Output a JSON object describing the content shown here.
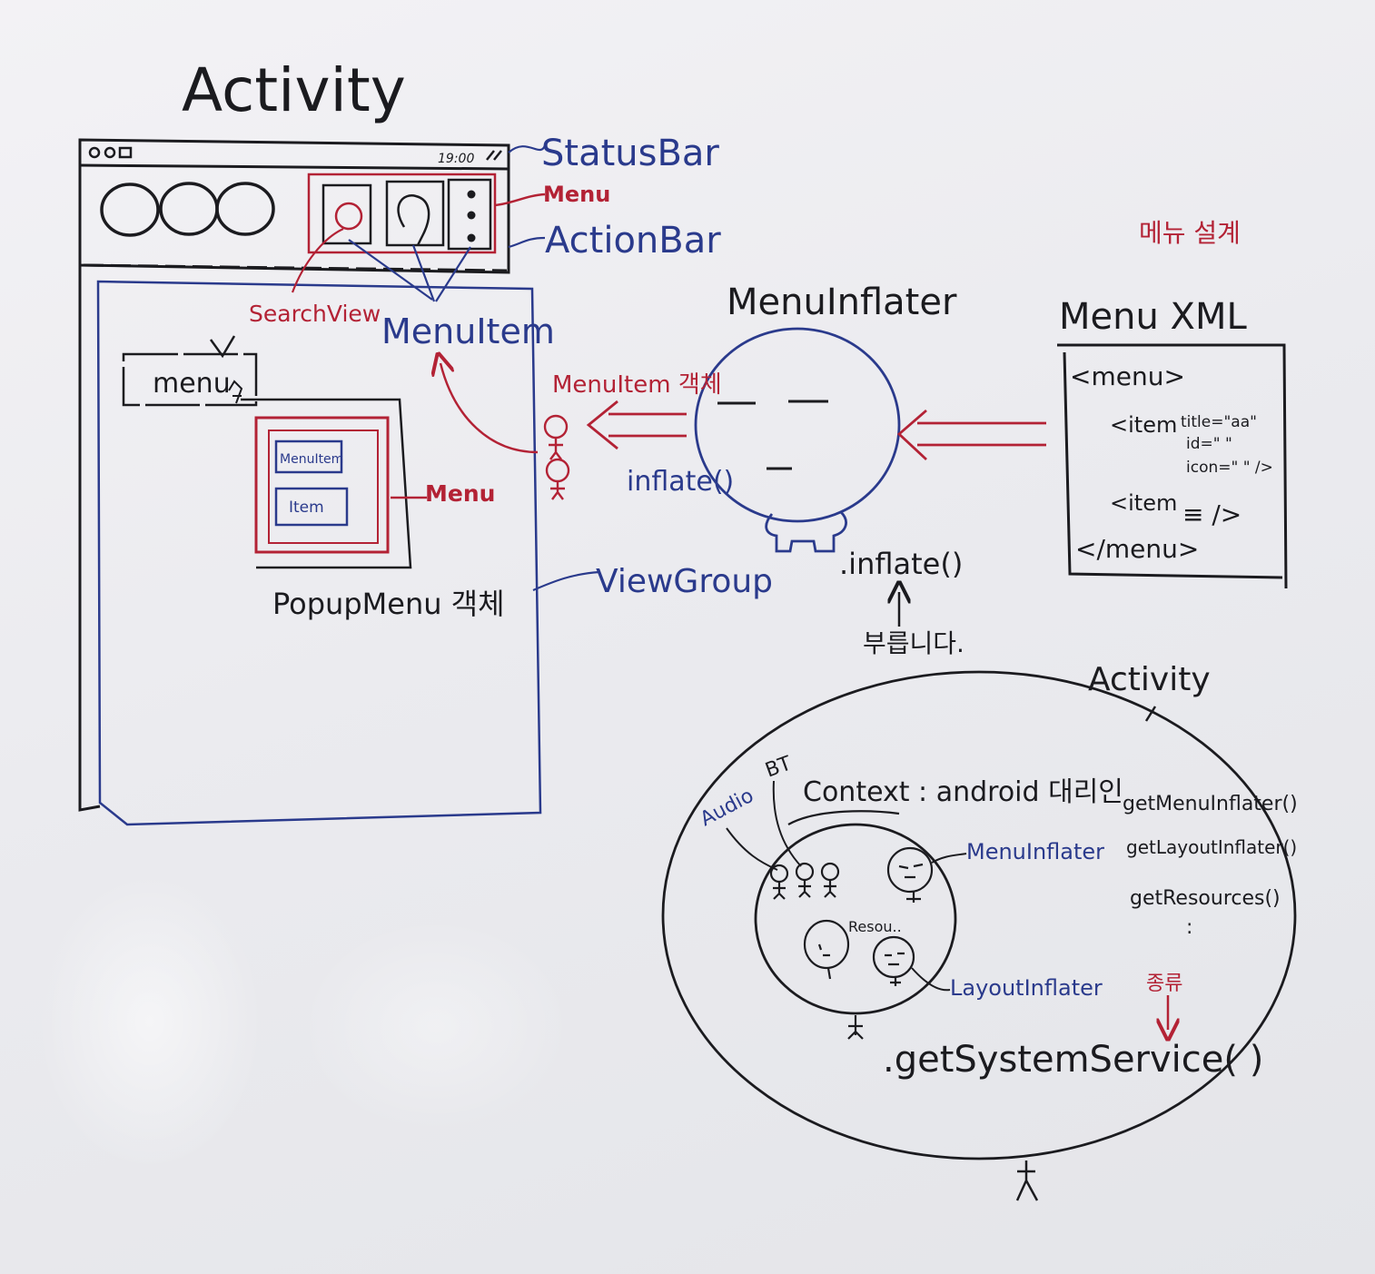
{
  "colors": {
    "black": "#1b1b1f",
    "blue": "#2a3a8c",
    "red": "#b32235",
    "board": "#eeeef1"
  },
  "title": "Activity",
  "phone": {
    "status_time": "19:00",
    "labels": {
      "status_bar": "StatusBar",
      "menu_red": "Menu",
      "action_bar": "ActionBar",
      "search_view": "SearchView",
      "menu_item": "MenuItem",
      "view_group": "ViewGroup"
    },
    "popup": {
      "anchor_label": "menu",
      "item1": "MenuItem",
      "item2": "Item",
      "menu_label": "Menu",
      "caption": "PopupMenu 객체"
    }
  },
  "inflater": {
    "title": "MenuInflater",
    "created_label": "MenuItem 객체",
    "inflate_label": "inflate()",
    "method_label": ".inflate()",
    "call_label": "부릅니다."
  },
  "menu_design": "메뉴 설계",
  "xml": {
    "title": "Menu XML",
    "line1": "<menu>",
    "line2": "<item",
    "attr_title": "title=\"aa\"",
    "attr_id": "id=\"  \"",
    "attr_icon": "icon=\"  \" />",
    "line3": "<item",
    "line3_end": "≡ />",
    "line4": "</menu>"
  },
  "activity": {
    "title": "Activity",
    "context_label": "Context : android 대리인",
    "audio": "Audio",
    "bt": "BT",
    "resource_short": "Resou..",
    "menu_inflater": "MenuInflater",
    "layout_inflater": "LayoutInflater",
    "methods": [
      "getMenuInflater()",
      "getLayoutInflater()",
      "getResources()",
      ":"
    ],
    "kind_label": "종류",
    "system_service": ".getSystemService(  )"
  }
}
